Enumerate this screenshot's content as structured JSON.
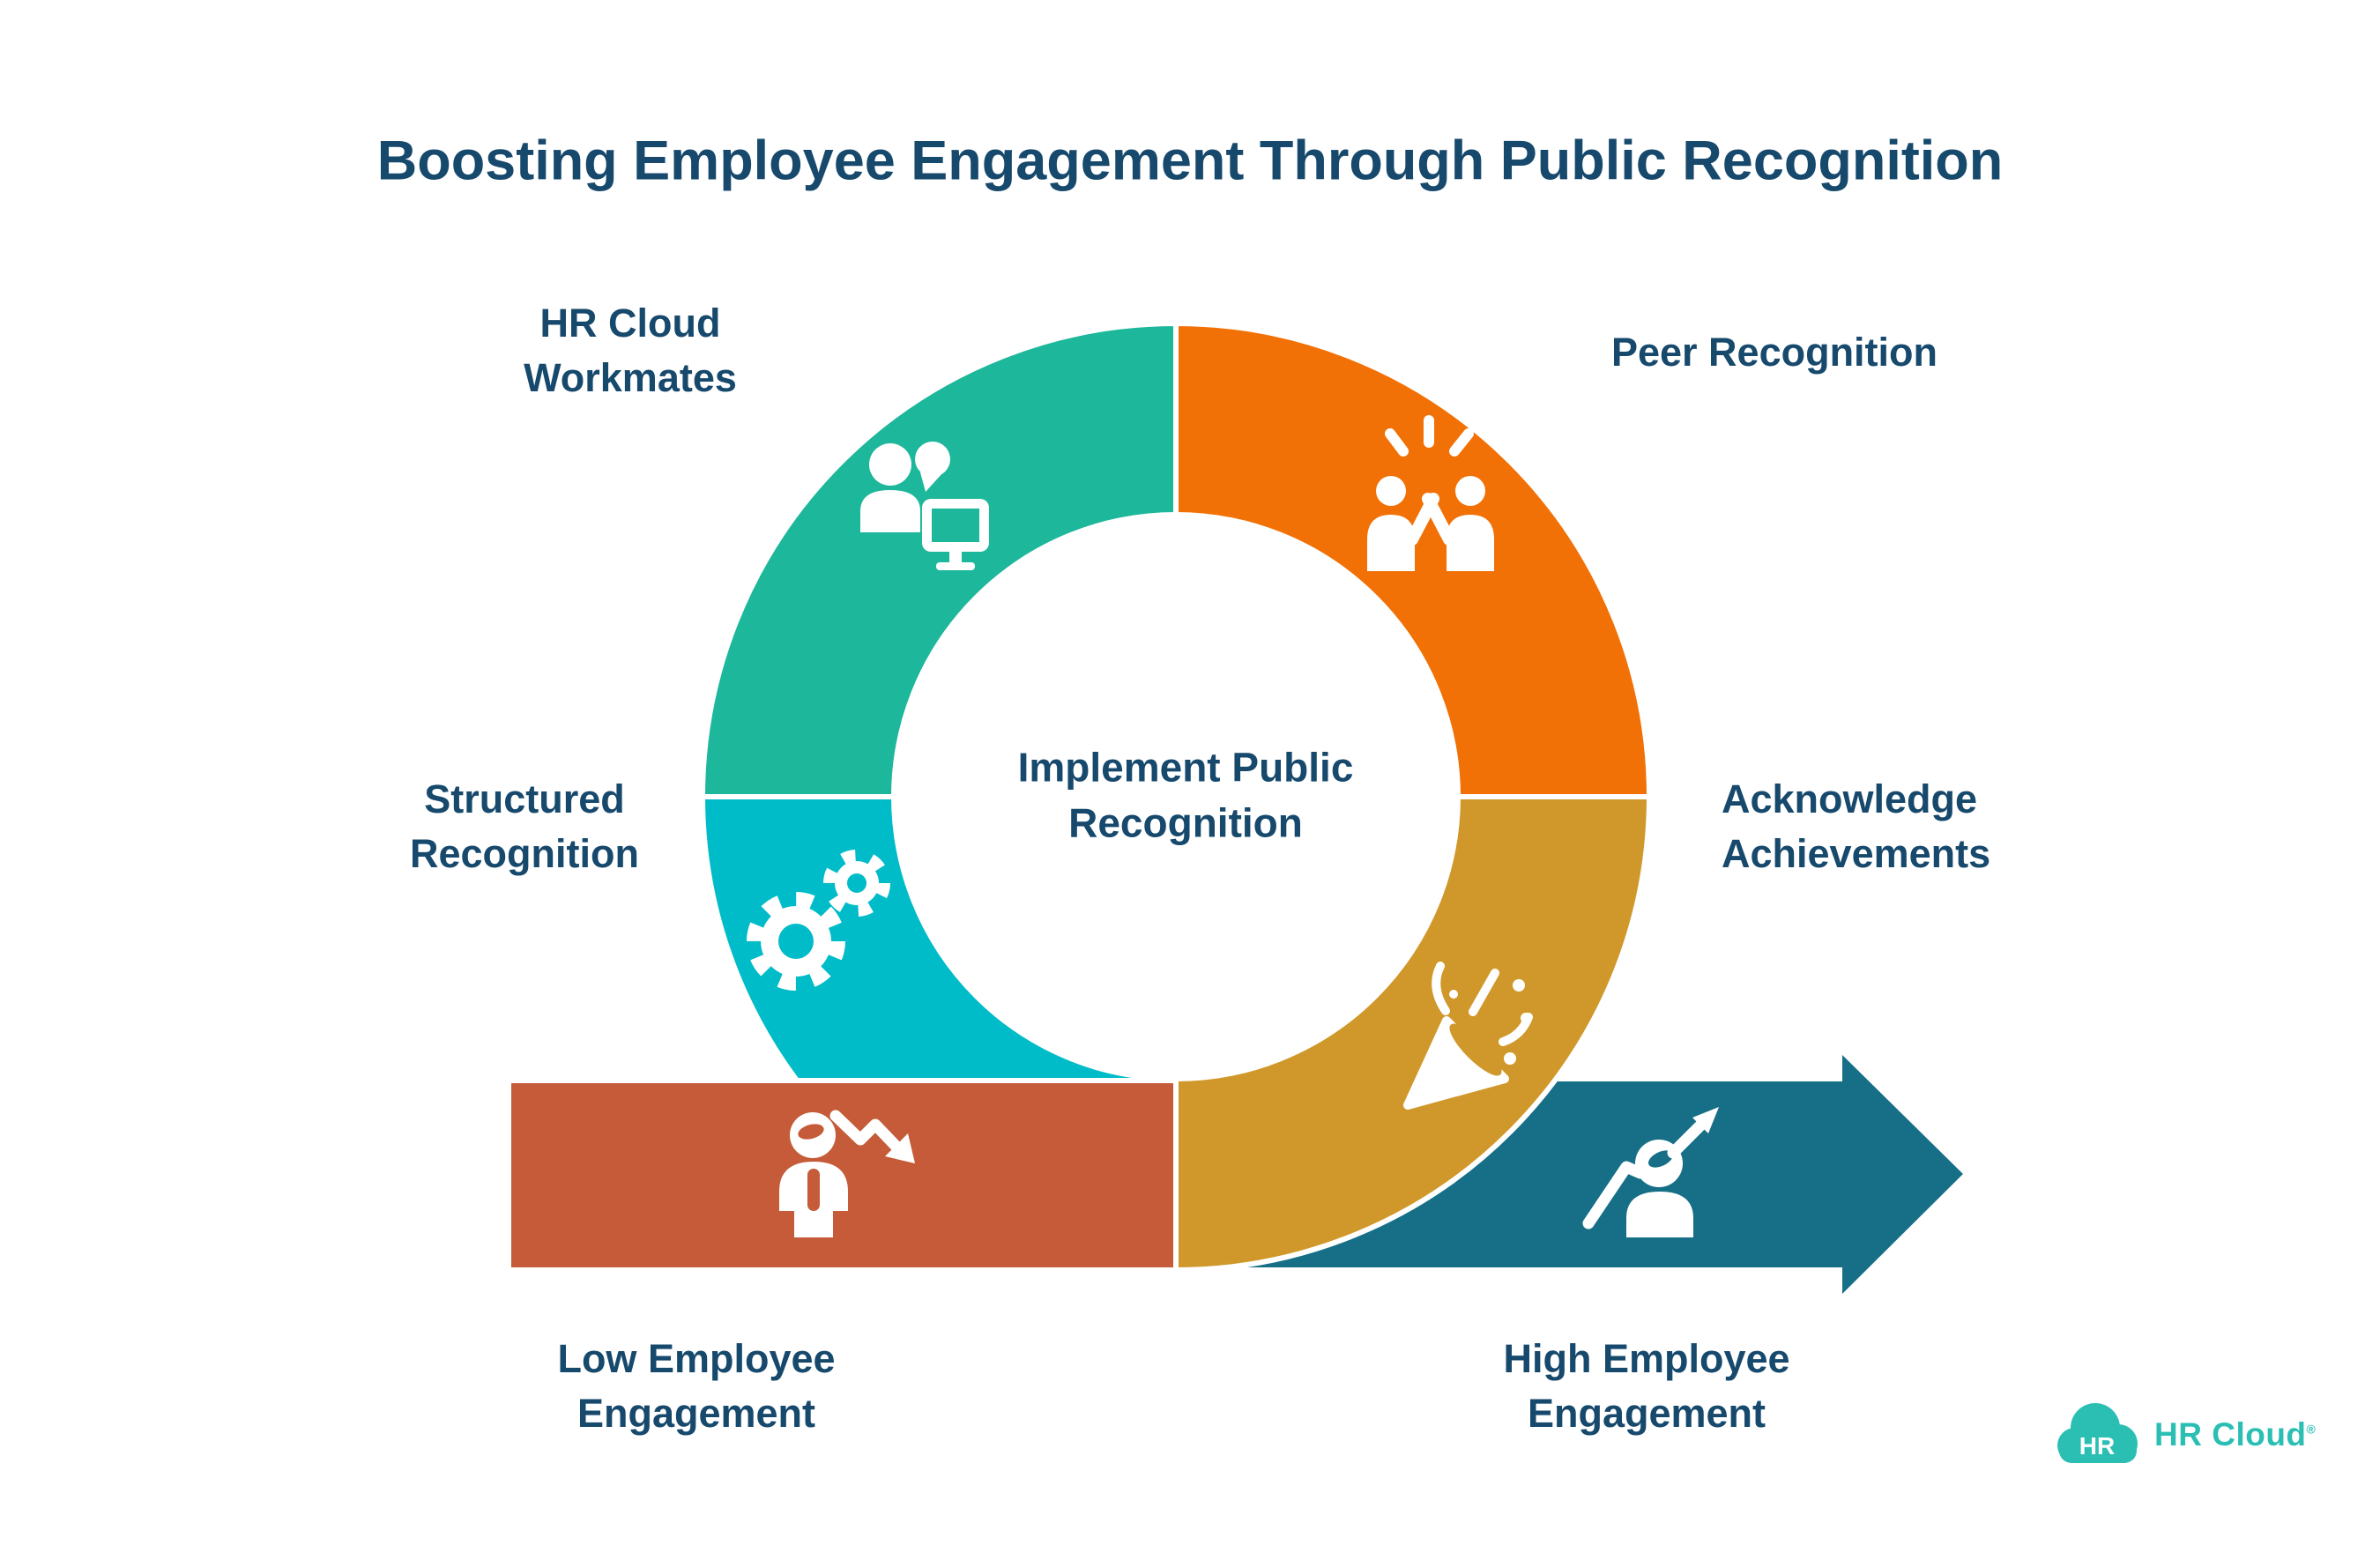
{
  "title": "Boosting Employee Engagement Through Public Recognition",
  "diagram": {
    "center_label": "Implement Public\nRecognition",
    "segments": [
      {
        "id": "hr-cloud-workmates",
        "label": "HR Cloud\nWorkmates",
        "color": "#1DB79B",
        "icon": "people-with-monitor-icon"
      },
      {
        "id": "peer-recognition",
        "label": "Peer Recognition",
        "color": "#F17106",
        "icon": "high-five-icon"
      },
      {
        "id": "structured-recognition",
        "label": "Structured\nRecognition",
        "color": "#00BCC9",
        "icon": "gears-icon"
      },
      {
        "id": "acknowledge-achievements",
        "label": "Acknowledge\nAchievements",
        "color": "#D0982A",
        "icon": "party-popper-icon"
      }
    ],
    "flow": [
      {
        "id": "low-engagement",
        "label": "Low Employee\nEngagement",
        "color": "#C55B38",
        "icon": "person-declining-icon"
      },
      {
        "id": "high-engagement",
        "label": "High Employee\nEngagement",
        "color": "#166F87",
        "icon": "person-rising-icon"
      }
    ]
  },
  "logo": {
    "badge_text": "HR",
    "brand_text": "HR Cloud",
    "registered_mark": "®",
    "color": "#2BBFB4"
  },
  "colors": {
    "background": "#FFFFFF",
    "heading_text": "#17496D",
    "teal_segment": "#1DB79B",
    "orange_segment": "#F17106",
    "cyan_segment": "#00BCC9",
    "gold_segment": "#D0982A",
    "terracotta_bar": "#C55B38",
    "arrow_blue": "#166F87",
    "logo_teal": "#2BBFB4",
    "icon_white": "#FFFFFF"
  }
}
